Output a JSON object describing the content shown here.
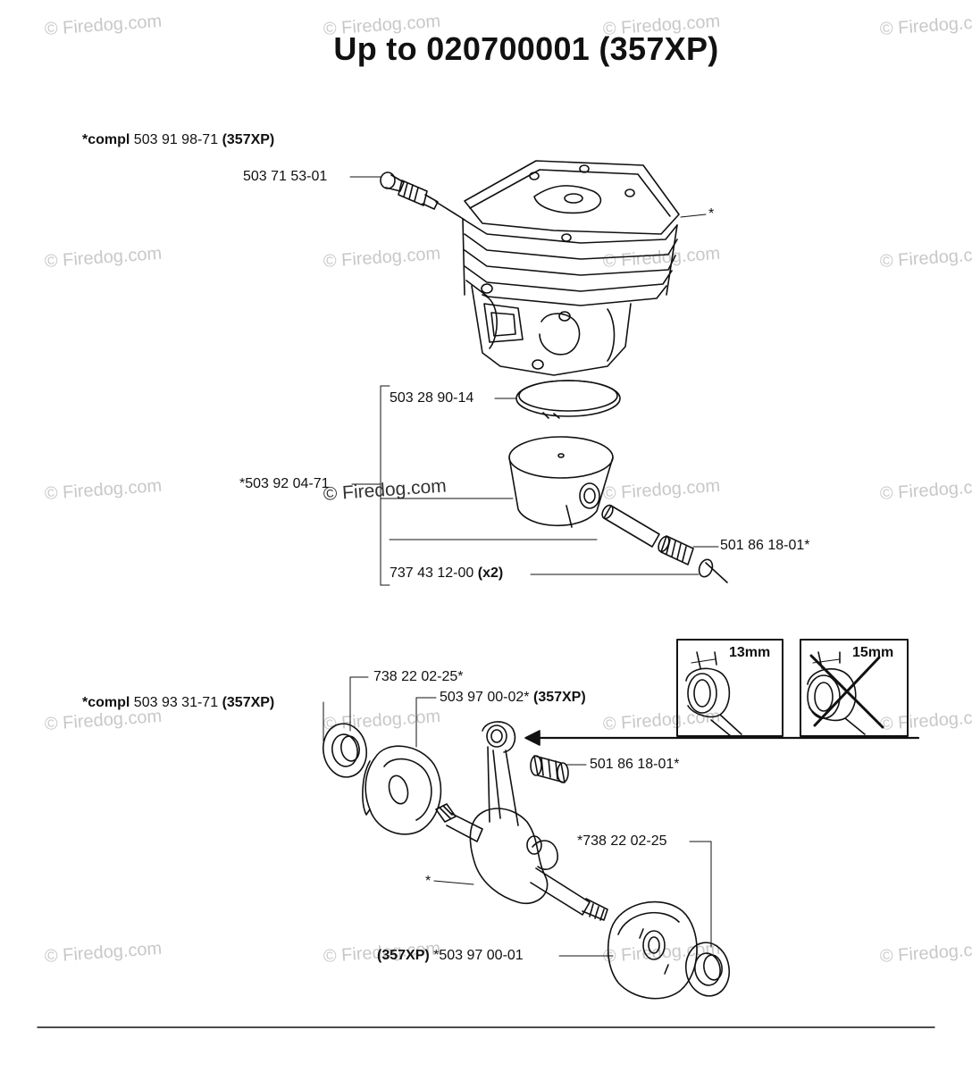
{
  "title": "Up to 020700001  (357XP)",
  "watermark": "© Firedog.com",
  "cylinder_group": {
    "compl_label": "*compl",
    "compl_number": "503 91 98-71",
    "compl_model": "(357XP)",
    "decompression_valve": "503 71 53-01",
    "cylinder_marker": "*",
    "piston_ring": "503 28 90-14",
    "piston": "*503 92 04-71",
    "needle_bearing": "501 86 18-01*",
    "circlip": "737 43 12-00",
    "circlip_qty": "(x2)"
  },
  "crank_group": {
    "compl_label": "*compl",
    "compl_number": "503 93 31-71",
    "compl_model": "(357XP)",
    "bearing_top": "738 22 02-25*",
    "flywheel_half_top": "503 97 00-02*",
    "flywheel_half_top_model": "(357XP)",
    "needle_bearing": "501 86 18-01*",
    "bearing_bottom": "*738 22 02-25",
    "crankshaft_marker": "*",
    "flywheel_half_bottom_model": "(357XP)",
    "flywheel_half_bottom": "*503 97 00-01"
  },
  "inset": {
    "ok_width": "13mm",
    "not_ok_width": "15mm"
  }
}
